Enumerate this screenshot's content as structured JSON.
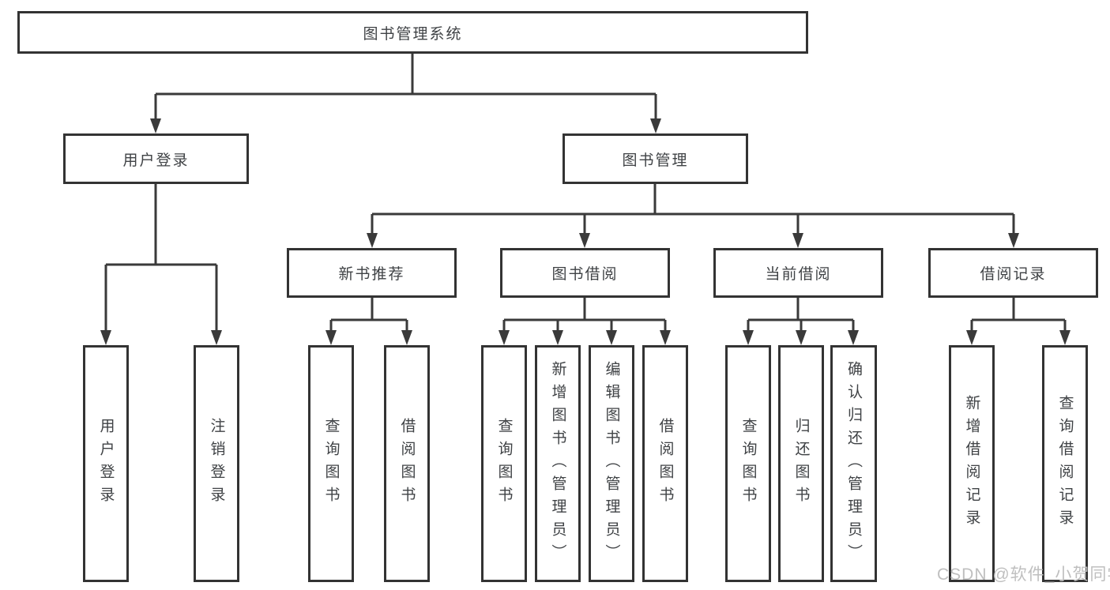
{
  "diagram": {
    "root": {
      "label": "图书管理系统"
    },
    "branches": [
      {
        "label": "用户登录",
        "children": [
          {
            "label": "用户登录"
          },
          {
            "label": "注销登录"
          }
        ]
      },
      {
        "label": "图书管理",
        "children": [
          {
            "label": "新书推荐",
            "children": [
              {
                "label": "查询图书"
              },
              {
                "label": "借阅图书"
              }
            ]
          },
          {
            "label": "图书借阅",
            "children": [
              {
                "label": "查询图书"
              },
              {
                "label": "新增图书（管理员）"
              },
              {
                "label": "编辑图书（管理员）"
              },
              {
                "label": "借阅图书"
              }
            ]
          },
          {
            "label": "当前借阅",
            "children": [
              {
                "label": "查询图书"
              },
              {
                "label": "归还图书"
              },
              {
                "label": "确认归还（管理员）"
              }
            ]
          },
          {
            "label": "借阅记录",
            "children": [
              {
                "label": "新增借阅记录"
              },
              {
                "label": "查询借阅记录"
              }
            ]
          }
        ]
      }
    ]
  },
  "watermark": {
    "text": "CSDN @软件_小贺同学"
  },
  "colors": {
    "line": "#3a3a3a",
    "box_border": "#333333",
    "text": "#3f4245",
    "watermark": "#bfbfbf",
    "background": "#ffffff"
  }
}
